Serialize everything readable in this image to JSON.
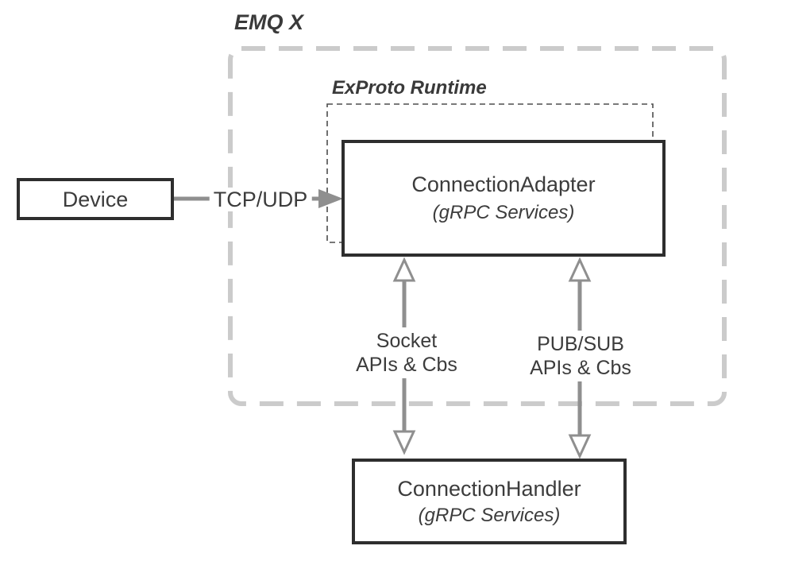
{
  "diagram": {
    "outer_group_label": "EMQ X",
    "inner_group_label": "ExProto Runtime",
    "nodes": {
      "device": {
        "label": "Device"
      },
      "connection_adapter": {
        "label": "ConnectionAdapter",
        "sublabel": "(gRPC Services)"
      },
      "connection_handler": {
        "label": "ConnectionHandler",
        "sublabel": "(gRPC Services)"
      }
    },
    "edges": {
      "tcp_udp": {
        "label": "TCP/UDP",
        "direction": "right"
      },
      "socket": {
        "line1": "Socket",
        "line2": "APIs & Cbs",
        "direction": "bidirectional"
      },
      "pubsub": {
        "line1": "PUB/SUB",
        "line2": "APIs & Cbs",
        "direction": "bidirectional"
      }
    },
    "colors": {
      "box_border": "#2e2e2e",
      "text": "#3c3c3c",
      "arrow_gray": "#8f8f8f",
      "outer_dash": "#cbcbcb",
      "inner_dash": "#4d4d4d",
      "background": "#ffffff"
    }
  }
}
